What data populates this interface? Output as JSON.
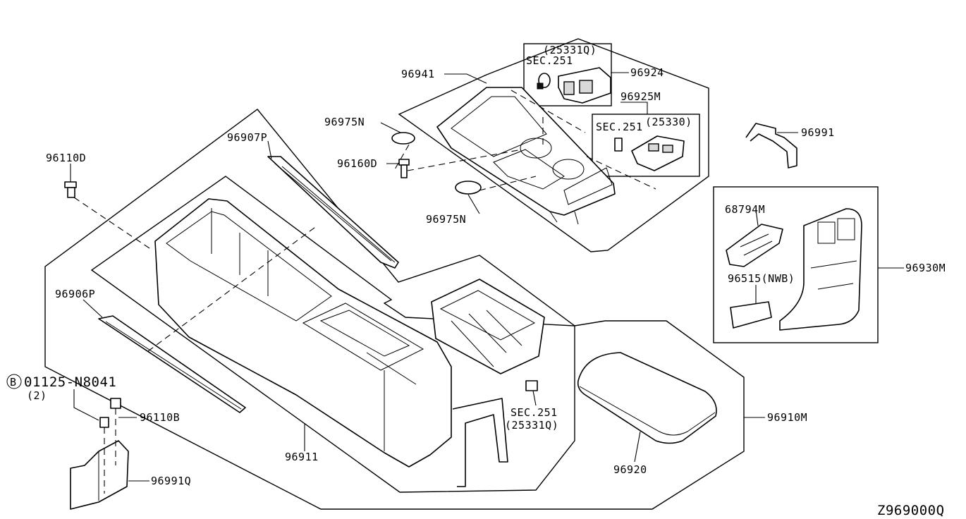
{
  "diagram_id": "Z969000Q",
  "labels": {
    "p96941": "96941",
    "p96924": "96924",
    "p96925M": "96925M",
    "sec251_a": "SEC.251",
    "sec251_a_ref": "(25331Q)",
    "sec251_b": "SEC.251",
    "sec251_b_ref": "(25330)",
    "p96975N_top": "96975N",
    "p96975N_bottom": "96975N",
    "p96160D": "96160D",
    "p96991": "96991",
    "p96907P": "96907P",
    "p96110D": "96110D",
    "p68794M": "68794M",
    "p96515": "96515(NWB)",
    "p96930M": "96930M",
    "p96906P": "96906P",
    "bolt_marker": "B",
    "bolt_part": "01125-N8041",
    "bolt_qty": "(2)",
    "p96110B": "96110B",
    "p96991Q": "96991Q",
    "p96911": "96911",
    "sec251_c": "SEC.251",
    "sec251_c_ref": "(25331Q)",
    "p96920": "96920",
    "p96910M": "96910M"
  }
}
